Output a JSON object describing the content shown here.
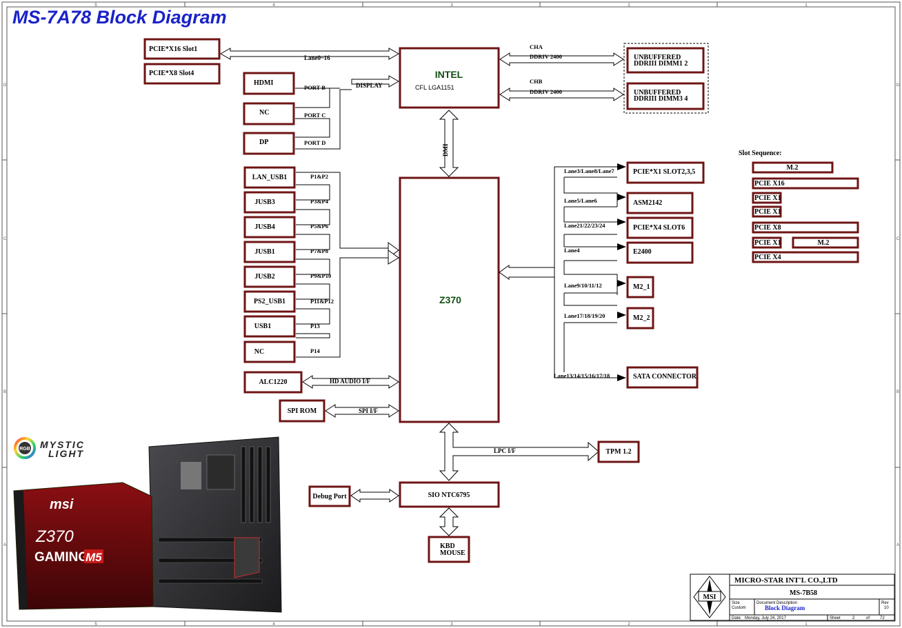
{
  "title": "MS-7A78 Block Diagram",
  "cpu": {
    "name": "INTEL",
    "sub": "CFL  LGA1151"
  },
  "pch": {
    "name": "Z370"
  },
  "sio": {
    "name": "SIO NTC6795"
  },
  "links": {
    "dmi": "DMI",
    "lane0_16": "Lane0~16",
    "display": "DISPLAY",
    "port_b": "PORT B",
    "port_c": "PORT C",
    "port_d": "PORT D",
    "cha": "CHA",
    "chb": "CHB",
    "ddr_a": "DDRIV 2400",
    "ddr_b": "DDRIV 2400",
    "hd_audio": "HD AUDIO I/F",
    "spi": "SPI I/F",
    "lpc": "LPC I/F"
  },
  "left_slots": [
    "PCIE*X16 Slot1",
    "PCIE*X8 Slot4"
  ],
  "display_ports": [
    "HDMI",
    "NC",
    "DP"
  ],
  "dimms": [
    {
      "line1": "UNBUFFERED",
      "line2": "DDRIII  DIMM1 2"
    },
    {
      "line1": "UNBUFFERED",
      "line2": "DDRIII DIMM3 4"
    }
  ],
  "usb_blocks": [
    "LAN_USB1",
    "JUSB3",
    "JUSB4",
    "JUSB1",
    "JUSB2",
    "PS2_USB1",
    "USB1",
    "NC"
  ],
  "usb_ports": [
    "P1&P2",
    "P3&P4",
    "P5&P6",
    "P7&P8",
    "P9&P10",
    "P11&P12",
    "P13",
    "P14"
  ],
  "audio": "ALC1220",
  "spi_rom": "SPI ROM",
  "right_blocks": [
    "PCIE*X1 SLOT2,3,5",
    "ASM2142",
    "PCIE*X4 SLOT6",
    "E2400",
    "M2_1",
    "M2_2",
    "SATA CONNECTOR"
  ],
  "right_lanes": [
    "Lane3/Lane8/Lane7",
    "Lane5/Lane6",
    "Lane21/22/23/24",
    "Lane4",
    "Lane9/10/11/12",
    "Lane17/18/19/20",
    "Lane13/14/15/16/17/18"
  ],
  "tpm": "TPM 1.2",
  "debug_port": "Debug Port",
  "kbd_mouse": [
    "KBD",
    "MOUSE"
  ],
  "slot_sequence": {
    "title": "Slot Sequence:",
    "items": [
      "M.2",
      "PCIE X16",
      "PCIE X1",
      "PCIE X1",
      "PCIE X8",
      "PCIE X1",
      "M.2",
      "PCIE X4"
    ]
  },
  "ruler": {
    "cols": [
      "5",
      "4",
      "3",
      "2",
      "1"
    ],
    "rows": [
      "D",
      "C",
      "B",
      "A"
    ]
  },
  "promo": {
    "mystic_light": [
      "MYSTIC",
      "LIGHT"
    ],
    "rgb": "RGB",
    "brand": "msi",
    "model": "Z370",
    "gaming": "GAMING",
    "m5": "M5"
  },
  "title_block": {
    "company": "MICRO-STAR INT'L CO.,LTD",
    "logo": "MSI",
    "model": "MS-7B58",
    "size_label": "Size",
    "size_value": "Custom",
    "doc_label": "Document Description",
    "doc_value": "Block Diagram",
    "rev_label": "Rev",
    "rev_value": "10",
    "date_label": "Date:",
    "date_value": "Monday, July 24, 2017",
    "sheet_label": "Sheet",
    "sheet_value": "2",
    "of_label": "of",
    "of_value": "72"
  },
  "colors": {
    "block_border": "#6e1414",
    "title": "#1a22c8",
    "chip_text": "#124d12"
  }
}
